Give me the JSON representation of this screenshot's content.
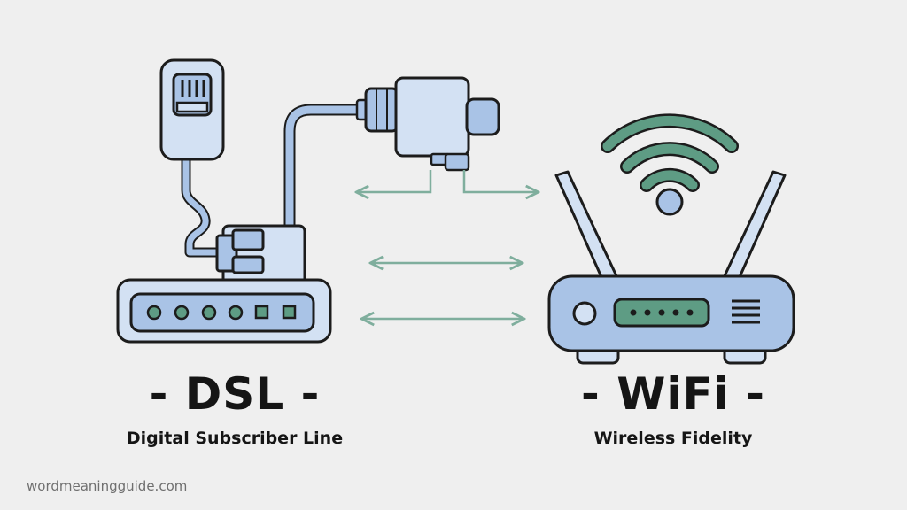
{
  "colors": {
    "background": "#efefef",
    "device_fill": "#a9c3e6",
    "device_light": "#d3e1f3",
    "outline": "#1c1c1c",
    "accent_green": "#5e9c84",
    "arrow": "#7fae9d"
  },
  "icons": [
    "phone-jack-icon",
    "cable-connector-icon",
    "dsl-modem-icon",
    "wifi-router-icon",
    "wifi-signal-icon",
    "double-arrow-icon"
  ],
  "dsl": {
    "title": "- DSL -",
    "subtitle": "Digital Subscriber Line"
  },
  "wifi": {
    "title": "- WiFi -",
    "subtitle": "Wireless Fidelity"
  },
  "footer": {
    "site": "wordmeaningguide.com"
  }
}
